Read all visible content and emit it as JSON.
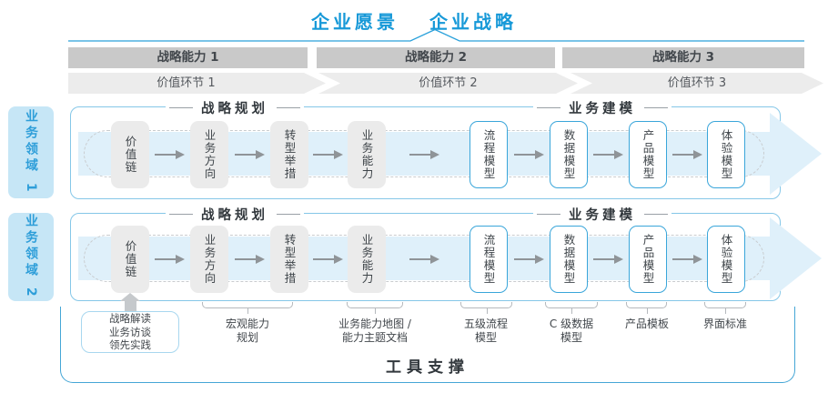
{
  "title": {
    "vision": "企业愿景",
    "strategy": "企业战略"
  },
  "capabilities": [
    "战略能力 1",
    "战略能力 2",
    "战略能力 3"
  ],
  "value_links": [
    "价值环节 1",
    "价值环节 2",
    "价值环节 3"
  ],
  "domains": [
    {
      "label": "业务领域 1",
      "planning": {
        "header": "战略规划",
        "boxes": [
          "价值链",
          "业务方向",
          "转型举措",
          "业务能力"
        ]
      },
      "modeling": {
        "header": "业务建模",
        "boxes": [
          "流程模型",
          "数据模型",
          "产品模型",
          "体验模型"
        ]
      }
    },
    {
      "label": "业务领域 2",
      "planning": {
        "header": "战略规划",
        "boxes": [
          "价值链",
          "业务方向",
          "转型举措",
          "业务能力"
        ]
      },
      "modeling": {
        "header": "业务建模",
        "boxes": [
          "流程模型",
          "数据模型",
          "产品模型",
          "体验模型"
        ]
      }
    }
  ],
  "annotations": {
    "practice_box": "战略解读\n业务访谈\n领先实践",
    "macro_capability": "宏观能力\n规划",
    "capability_map": "业务能力地图 /\n能力主题文档",
    "process_model": "五级流程\n模型",
    "data_model": "C 级数据\n模型",
    "product_template": "产品模板",
    "ui_standard": "界面标准"
  },
  "footer": {
    "label": "工具支撑"
  },
  "colors": {
    "accent_blue": "#1799d8",
    "band_border": "#85c7e8",
    "arrow_band_fill": "#dff0fa",
    "capability_bar_gray": "#c9c9c9",
    "chevron_gray": "#ececec",
    "node_gray": "#ebebeb",
    "node_border_blue": "#3aa6da",
    "sidebar_fill": "#c6e6f6",
    "tool_border": "#45a6d6"
  }
}
